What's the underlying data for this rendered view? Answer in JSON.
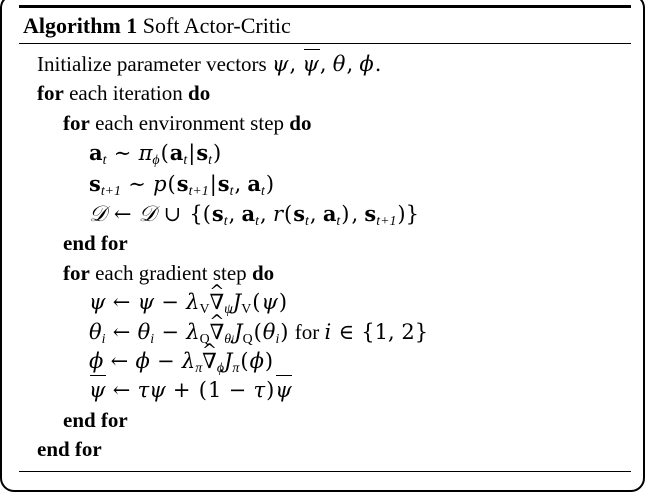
{
  "document": {
    "type": "algorithm-pseudocode-block",
    "title_keyword": "Algorithm 1",
    "title_text": "Soft Actor-Critic",
    "plain_text": "Algorithm 1 Soft Actor-Critic"
  },
  "algorithm": {
    "name": "Soft Actor-Critic",
    "number": "1",
    "lines": [
      {
        "indent": 1,
        "id": "initialize",
        "text": "Initialize parameter vectors ψ, ψ̄, θ, ϕ.",
        "keywords": []
      },
      {
        "indent": 1,
        "id": "for-each-iteration",
        "text": "for each iteration do",
        "keywords": [
          "for",
          "do"
        ]
      },
      {
        "indent": 2,
        "id": "for-each-environment-step",
        "text": "for each environment step do",
        "keywords": [
          "for",
          "do"
        ]
      },
      {
        "indent": 3,
        "id": "sample-action",
        "text": "a_t ~ π_ϕ(a_t|s_t)",
        "keywords": []
      },
      {
        "indent": 3,
        "id": "sample-next-state",
        "text": "s_{t+1} ~ p(s_{t+1}|s_t, a_t)",
        "keywords": []
      },
      {
        "indent": 3,
        "id": "update-replay-buffer",
        "text": "D ← D ∪ {(s_t, a_t, r(s_t, a_t), s_{t+1})}",
        "keywords": []
      },
      {
        "indent": 2,
        "id": "end-for-environment",
        "text": "end for",
        "keywords": [
          "end",
          "for"
        ]
      },
      {
        "indent": 2,
        "id": "for-each-gradient-step",
        "text": "for each gradient step do",
        "keywords": [
          "for",
          "do"
        ]
      },
      {
        "indent": 3,
        "id": "update-psi",
        "text": "ψ ← ψ − λ_V ∇̂_ψ J_V(ψ)",
        "keywords": []
      },
      {
        "indent": 3,
        "id": "update-theta",
        "text": "θ_i ← θ_i − λ_Q ∇̂_{θ_i} J_Q(θ_i) for i ∈ {1, 2}",
        "keywords": [
          "for"
        ]
      },
      {
        "indent": 3,
        "id": "update-phi",
        "text": "ϕ ← ϕ − λ_π ∇̂_ϕ J_π(ϕ)",
        "keywords": []
      },
      {
        "indent": 3,
        "id": "update-target-psi",
        "text": "ψ̄ ← τψ + (1 − τ)ψ̄",
        "keywords": []
      },
      {
        "indent": 2,
        "id": "end-for-gradient",
        "text": "end for",
        "keywords": [
          "end",
          "for"
        ]
      },
      {
        "indent": 1,
        "id": "end-for-iteration",
        "text": "end for",
        "keywords": [
          "end",
          "for"
        ]
      }
    ],
    "keywords": {
      "for": "for",
      "do": "do",
      "end_for": "end for",
      "each": "each",
      "iteration": "iteration",
      "environment_step": "environment step",
      "gradient_step": "gradient step",
      "initialize": "Initialize parameter vectors"
    },
    "set_membership": "{1, 2}"
  },
  "colors": {
    "text": "#000000",
    "background": "#ffffff",
    "rule": "#000000"
  }
}
